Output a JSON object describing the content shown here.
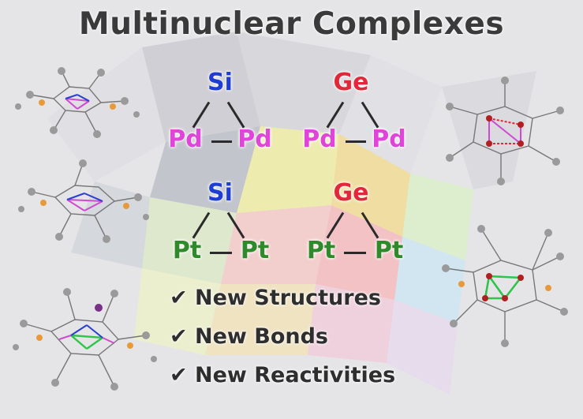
{
  "title": "Multinuclear Complexes",
  "clusters": [
    {
      "apex": "Si",
      "left": "Pd",
      "right": "Pd"
    },
    {
      "apex": "Ge",
      "left": "Pd",
      "right": "Pd"
    },
    {
      "apex": "Si",
      "left": "Pt",
      "right": "Pt"
    },
    {
      "apex": "Ge",
      "left": "Pt",
      "right": "Pt"
    }
  ],
  "checklist": [
    {
      "mark": "✔",
      "text": "New Structures"
    },
    {
      "mark": "✔",
      "text": "New Bonds"
    },
    {
      "mark": "✔",
      "text": "New Reactivities"
    }
  ],
  "colors": {
    "Si": "#1f3dd1",
    "Ge": "#e0283a",
    "Pd": "#e044d8",
    "Pt": "#2e8a2a"
  }
}
